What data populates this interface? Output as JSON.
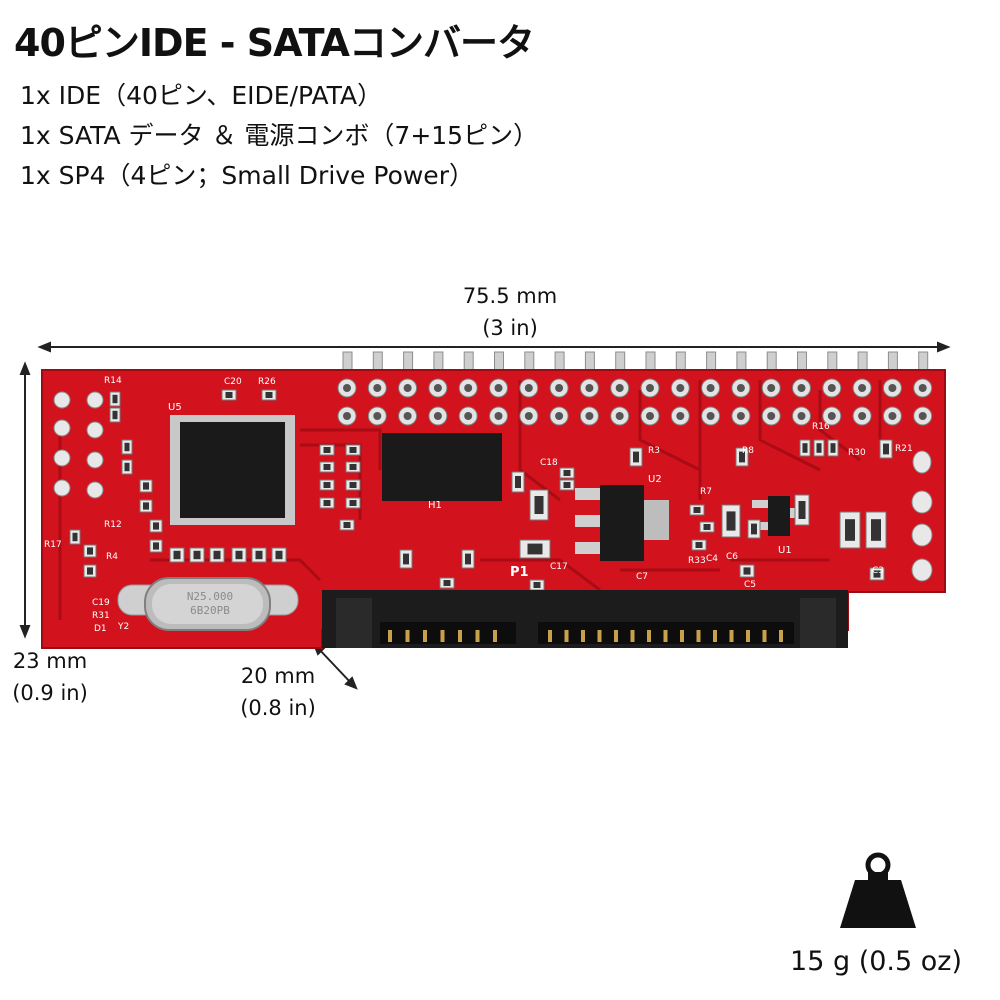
{
  "title": "40ピンIDE - SATAコンバータ",
  "specs": [
    "1x IDE（40ピン、EIDE/PATA）",
    "1x SATA データ ＆ 電源コンボ（7+15ピン）",
    "1x SP4（4ピン；Small Drive Power）"
  ],
  "dimensions": {
    "length_mm": "75.5 mm",
    "length_in": "(3 in)",
    "height_mm": "23 mm",
    "height_in": "(0.9 in)",
    "depth_mm": "20 mm",
    "depth_in": "(0.8 in)"
  },
  "weight": "15 g (0.5 oz)",
  "board_labels": {
    "crystal_line1": "N25.000",
    "crystal_line2": "6B20PB",
    "chip_u5": "U5",
    "chip_u2": "U2",
    "chip_u1": "U1",
    "h1": "H1",
    "p1": "P1",
    "r20": "C20",
    "r26": "R26",
    "r3": "R3",
    "r8": "R8",
    "r7": "R7",
    "c17": "C17",
    "c18": "C18",
    "y2": "Y2",
    "c19": "C19",
    "r31": "R31",
    "d1": "D1",
    "r14": "R14",
    "r17": "R17",
    "r12": "R12",
    "r4": "R4",
    "c7": "C7",
    "r33": "R33",
    "c4": "C4",
    "c6": "C6",
    "c5": "C5",
    "c3": "C3",
    "r21": "R21",
    "r16": "R16",
    "r30": "R30"
  },
  "colors": {
    "pcb": "#d2121c",
    "pcb_dark": "#a40c14",
    "chip": "#1a1a1a",
    "pins": "#c9c9c9",
    "connector": "#1c1c1c"
  }
}
